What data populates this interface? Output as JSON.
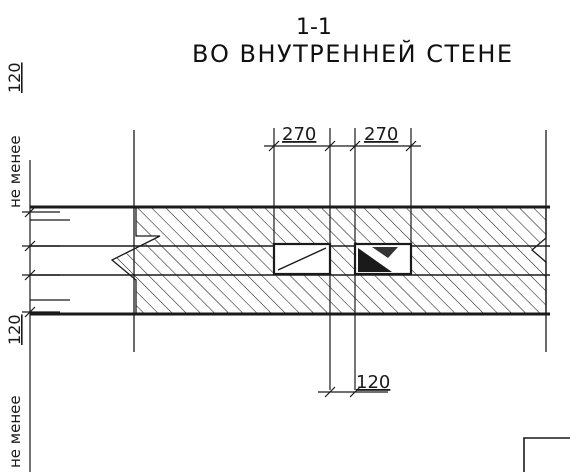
{
  "drawing": {
    "section_mark": "1-1",
    "section_title": "ВО ВНУТРЕННЕЙ СТЕНЕ",
    "dimensions": {
      "opening_left": "270",
      "opening_right": "270",
      "gap_bottom": "120",
      "side_top_value": "120",
      "side_top_prefix": "не менее",
      "side_bottom_value": "120",
      "side_bottom_prefix": "не менее"
    },
    "colors": {
      "ink": "#1a1a1a",
      "background": "#ffffff"
    }
  }
}
